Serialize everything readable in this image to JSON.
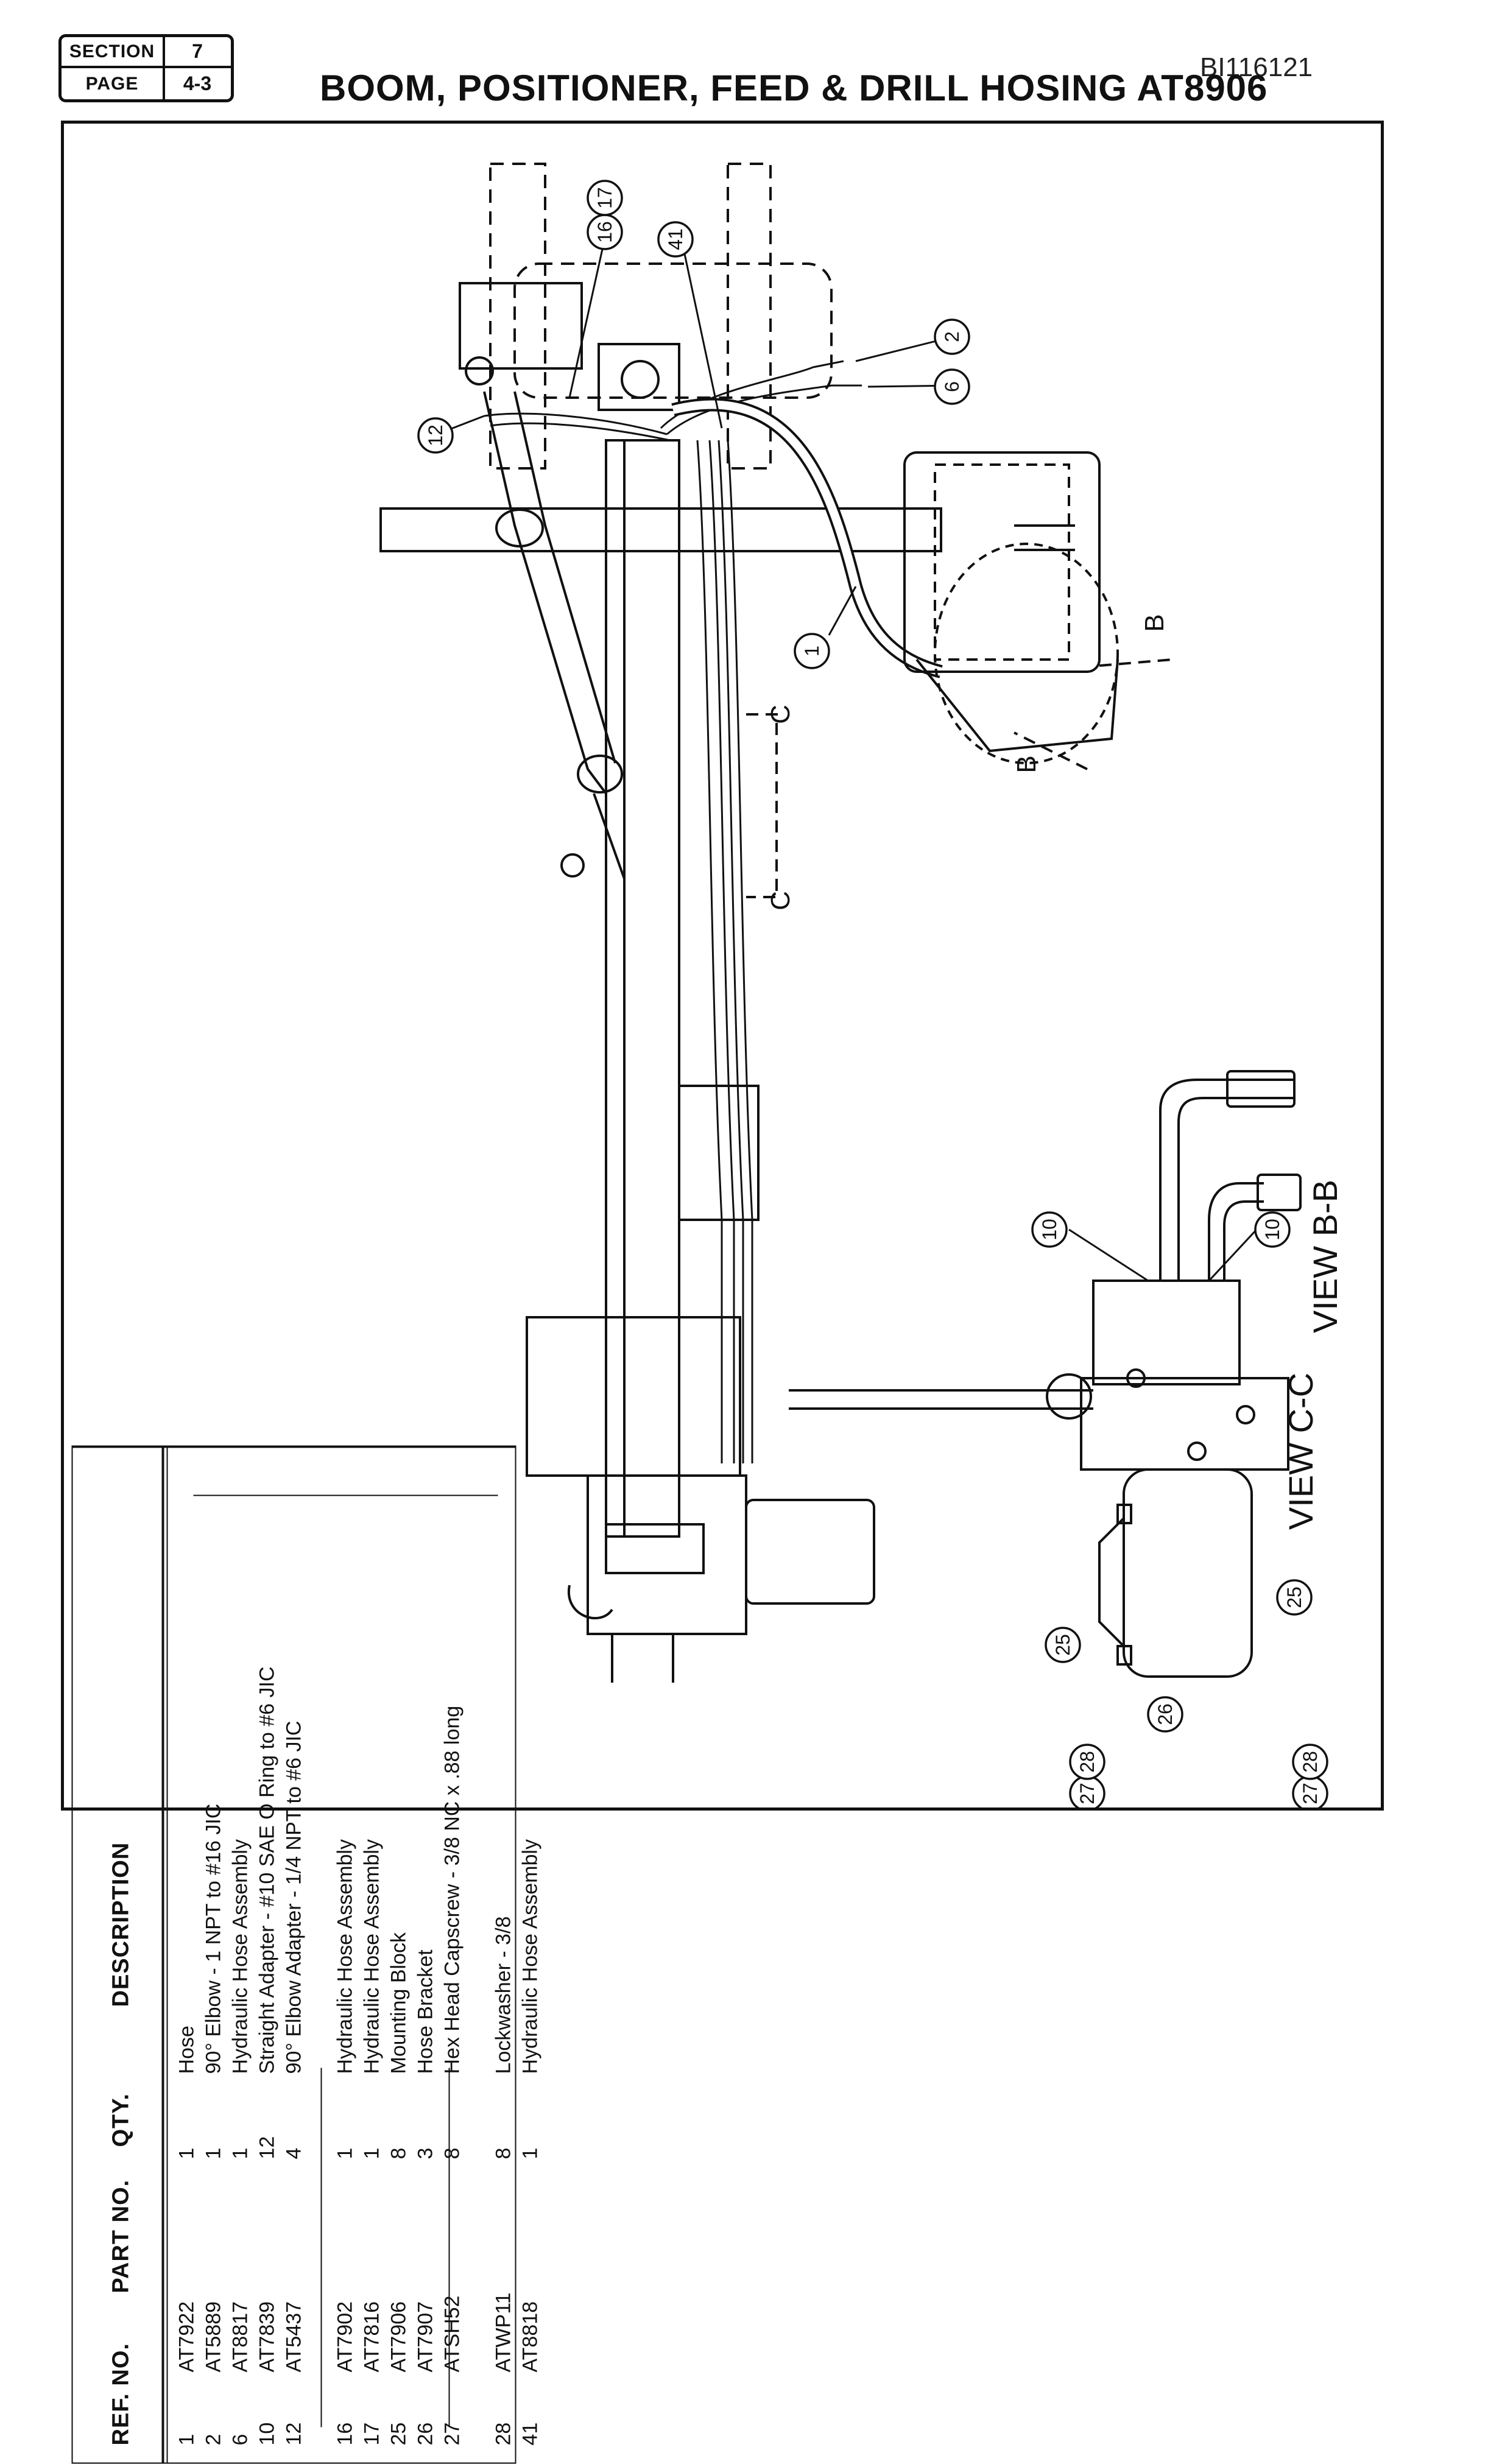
{
  "header": {
    "section_label": "SECTION",
    "section_value": "7",
    "page_label": "PAGE",
    "page_value": "4-3",
    "doc_id": "BI116121",
    "title": "BOOM, POSITIONER, FEED & DRILL HOSING AT8906"
  },
  "table": {
    "headers": {
      "ref": "REF. NO.",
      "part": "PART NO.",
      "qty": "QTY.",
      "desc": "DESCRIPTION"
    },
    "rows": [
      {
        "ref": "1",
        "part": "AT7922",
        "qty": "1",
        "desc": "Hose"
      },
      {
        "ref": "2",
        "part": "AT5889",
        "qty": "1",
        "desc": "90° Elbow - 1 NPT to #16 JIC"
      },
      {
        "ref": "6",
        "part": "AT8817",
        "qty": "1",
        "desc": "Hydraulic Hose Assembly"
      },
      {
        "ref": "10",
        "part": "AT7839",
        "qty": "12",
        "desc": "Straight Adapter - #10 SAE O Ring to #6 JIC"
      },
      {
        "ref": "12",
        "part": "AT5437",
        "qty": "4",
        "desc": "90° Elbow Adapter - 1/4 NPT to #6 JIC"
      },
      {
        "ref": "16",
        "part": "AT7902",
        "qty": "1",
        "desc": "Hydraulic Hose Assembly"
      },
      {
        "ref": "17",
        "part": "AT7816",
        "qty": "1",
        "desc": "Hydraulic Hose Assembly"
      },
      {
        "ref": "25",
        "part": "AT7906",
        "qty": "8",
        "desc": "Mounting Block"
      },
      {
        "ref": "26",
        "part": "AT7907",
        "qty": "3",
        "desc": "Hose Bracket"
      },
      {
        "ref": "27",
        "part": "ATSH52",
        "qty": "8",
        "desc": "Hex Head Capscrew - 3/8 NC x .88 long"
      },
      {
        "ref": "28",
        "part": "ATWP11",
        "qty": "8",
        "desc": "Lockwasher - 3/8"
      },
      {
        "ref": "41",
        "part": "AT8818",
        "qty": "1",
        "desc": "Hydraulic Hose Assembly"
      }
    ]
  },
  "callouts": {
    "c1": "1",
    "c2": "2",
    "c6": "6",
    "c10a": "10",
    "c10b": "10",
    "c12": "12",
    "c16": "16",
    "c17": "17",
    "c41": "41",
    "c25a": "25",
    "c25b": "25",
    "c26": "26",
    "c27a": "27",
    "c28a": "28",
    "c27b": "27",
    "c28b": "28"
  },
  "section_marks": {
    "b1": "B",
    "b2": "B",
    "c1": "C",
    "c2": "C"
  },
  "views": {
    "view_bb": "VIEW B-B",
    "view_cc": "VIEW C-C"
  }
}
